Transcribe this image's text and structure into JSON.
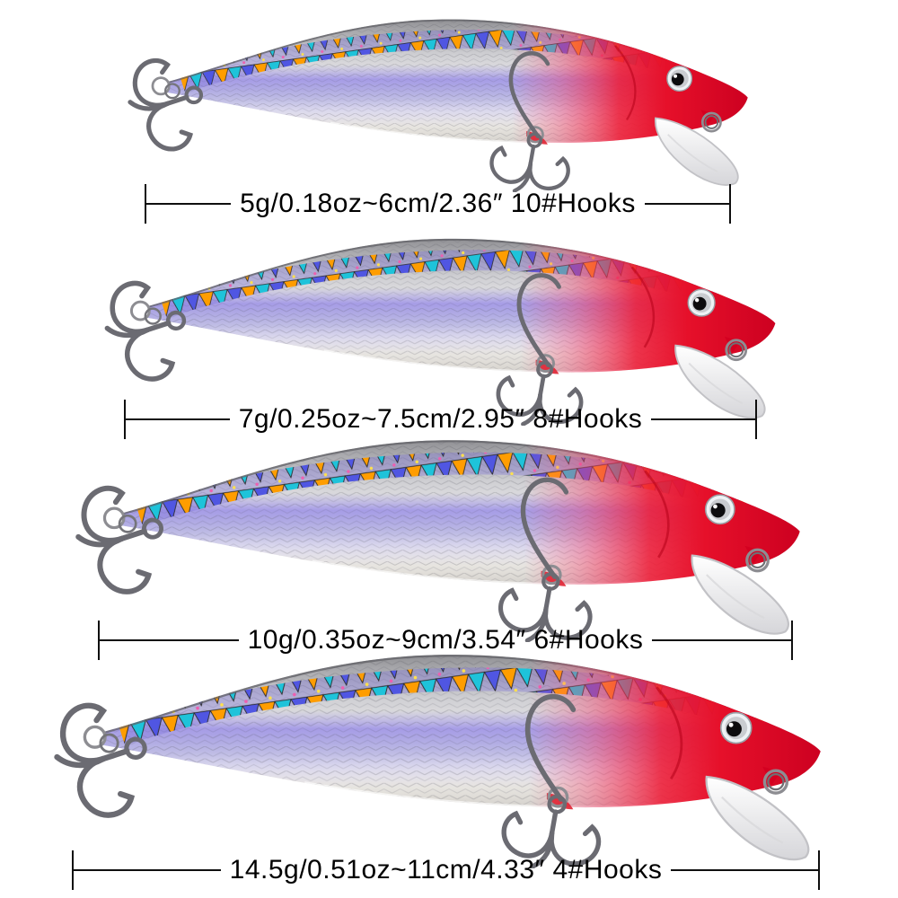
{
  "page": {
    "background_color": "#ffffff"
  },
  "products": [
    {
      "label": "5g/0.18oz~6cm/2.36″ 10#Hooks",
      "weight_g": "5g",
      "weight_oz": "0.18oz",
      "length_cm": "6cm",
      "length_in": "2.36″",
      "hook_size": "10#Hooks"
    },
    {
      "label": "7g/0.25oz~7.5cm/2.95″ 8#Hooks",
      "weight_g": "7g",
      "weight_oz": "0.25oz",
      "length_cm": "7.5cm",
      "length_in": "2.95″",
      "hook_size": "8#Hooks"
    },
    {
      "label": "10g/0.35oz~9cm/3.54″ 6#Hooks",
      "weight_g": "10g",
      "weight_oz": "0.35oz",
      "length_cm": "9cm",
      "length_in": "3.54″",
      "hook_size": "6#Hooks"
    },
    {
      "label": "14.5g/0.51oz~11cm/4.33″ 4#Hooks",
      "weight_g": "14.5g",
      "weight_oz": "0.51oz",
      "length_cm": "11cm",
      "length_in": "4.33″",
      "hook_size": "4#Hooks"
    }
  ],
  "lure_appearance": {
    "head_color": "#e6102a",
    "body_silver": "#e9e8ea",
    "back_gray": "#87878b",
    "holo_band": "#968ae4",
    "sparkle_orange": "#ff9d00",
    "sparkle_teal": "#1ec3da",
    "sparkle_blue": "#5056e2",
    "lip_white": "#f4f4f6",
    "hook_metal": "#6b6b72",
    "eye_pupil": "#0c0c0e",
    "dimension_line_color": "#0f0f0f",
    "text_color": "#000000"
  }
}
